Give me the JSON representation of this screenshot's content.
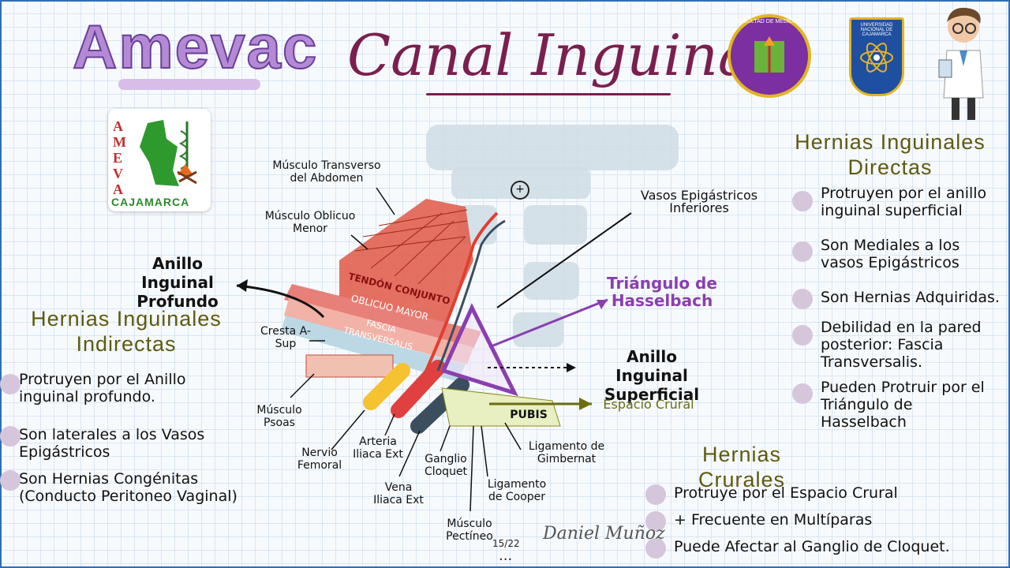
{
  "brand": "Amevac",
  "title": "Canal Inguinal",
  "logo": {
    "letters": [
      "A",
      "M",
      "E",
      "V",
      "A"
    ],
    "city": "CAJAMARCA"
  },
  "seals": {
    "faculty": "FACULTAD DE MEDICINA",
    "university": "UNIVERSIDAD NACIONAL DE CAJAMARCA"
  },
  "indirect": {
    "heading_line1": "Hernias Inguinales",
    "heading_line2": "Indirectas",
    "items": [
      "Protruyen por el Anillo inguinal profundo.",
      "Son laterales a los Vasos Epigástricos",
      "Son Hernias Congénitas (Conducto Peritoneo Vaginal)"
    ]
  },
  "direct": {
    "heading_line1": "Hernias Inguinales",
    "heading_line2": "Directas",
    "items": [
      "Protruyen por el anillo inguinal superficial",
      "Son Mediales a los vasos Epigástricos",
      "Son Hernias Adquiridas.",
      "Debilidad en la pared posterior: Fascia Transversalis.",
      "Pueden Protruir por el Triángulo de Hasselbach"
    ]
  },
  "crural": {
    "heading_line1": "Hernias",
    "heading_line2": "Crurales",
    "items": [
      "Protruye por el Espacio Crural",
      "+ Frecuente en Multíparas",
      "Puede Afectar al Ganglio de Cloquet."
    ]
  },
  "labels": {
    "transverso": "Músculo Transverso del Abdomen",
    "oblicuo_menor": "Músculo Oblicuo Menor",
    "anillo_profundo": "Anillo Inguinal Profundo",
    "vasos_epigastricos": "Vasos Epigástricos Inferiores",
    "triangulo": "Triángulo de Hasselbach",
    "anillo_superficial": "Anillo Inguinal Superficial",
    "espacio_crural": "Espacio Crural",
    "cresta": "Cresta A-Sup",
    "psoas": "Músculo Psoas",
    "nervio": "Nervio Femoral",
    "arteria": "Arteria Iliaca Ext",
    "vena": "Vena Iliaca Ext",
    "ganglio": "Ganglio Cloquet",
    "cooper": "Ligamento de Cooper",
    "gimbernat": "Ligamento de Gimbernat",
    "pectineo": "Músculo Pectíneo",
    "pubis": "PUBIS",
    "tendon": "TENDÓN CONJUNTO",
    "oblicuo_mayor": "OBLICUO MAYOR",
    "fascia": "FASCIA TRANSVERSALIS",
    "plus": "+"
  },
  "page": "15/22",
  "ellipsis": "...",
  "signature": "Daniel Muñoz",
  "colors": {
    "title": "#7a1f4f",
    "heading": "#5e5a10",
    "purple_label": "#8a3fb0",
    "bullet": "#d6c6dc",
    "muscle": "#e06050",
    "frame": "#2f6fb4"
  }
}
